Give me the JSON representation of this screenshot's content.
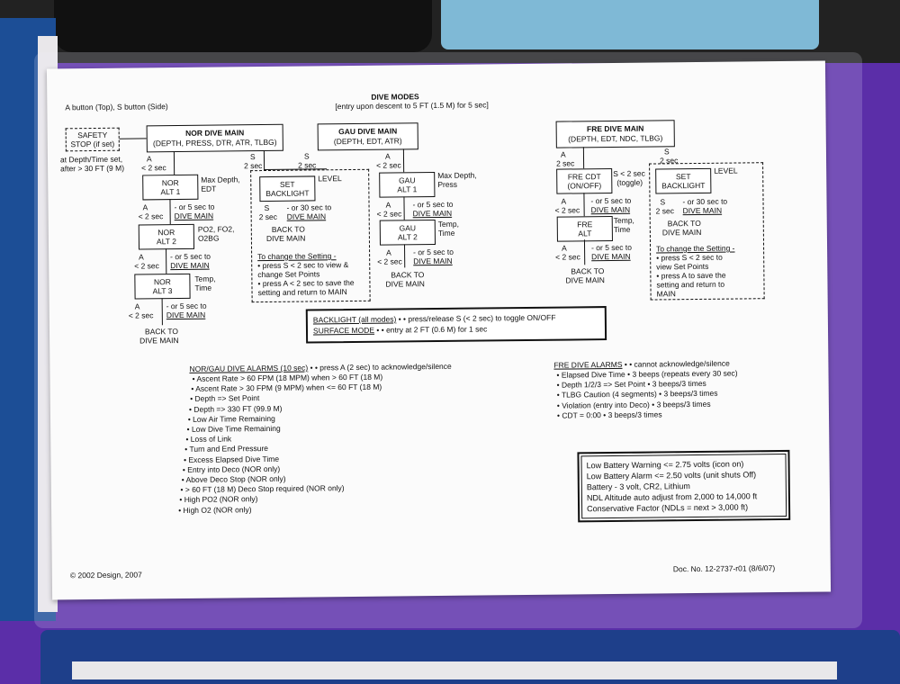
{
  "card": {
    "buttons_note": "A button (Top), S button (Side)",
    "title": "DIVE MODES",
    "subtitle": "[entry upon descent to 5 FT (1.5 M)  for 5 sec]",
    "safety": {
      "line1": "SAFETY",
      "line2": "STOP (if set)",
      "note1": "at Depth/Time set,",
      "note2": "after > 30 FT (9 M)"
    },
    "nor_main": {
      "title": "NOR DIVE MAIN",
      "sub": "(DEPTH, PRESS, DTR, ATR, TLBG)"
    },
    "gau_main": {
      "title": "GAU DIVE MAIN",
      "sub": "(DEPTH, EDT, ATR)"
    },
    "fre_main": {
      "title": "FRE DIVE MAIN",
      "sub": "(DEPTH, EDT, NDC, TLBG)"
    },
    "a_lt2": "A\n< 2 sec",
    "a": "A",
    "lt2sec": "< 2 sec",
    "s": "S",
    "s2sec": "2 sec",
    "or5": "- or 5 sec to",
    "dive_main_u": "DIVE MAIN",
    "or30": "- or 30 sec to",
    "back_to": "BACK TO",
    "dive_main": "DIVE MAIN",
    "nor_alt1": {
      "l1": "NOR",
      "l2": "ALT 1",
      "side1": "Max Depth,",
      "side2": "EDT"
    },
    "nor_alt2": {
      "l1": "NOR",
      "l2": "ALT 2",
      "side1": "PO2, FO2,",
      "side2": "O2BG"
    },
    "nor_alt3": {
      "l1": "NOR",
      "l2": "ALT 3",
      "side1": "Temp,",
      "side2": "Time"
    },
    "set_backlight": {
      "l1": "SET",
      "l2": "BACKLIGHT",
      "level": "LEVEL"
    },
    "gau_alt1": {
      "l1": "GAU",
      "l2": "ALT 1",
      "side1": "Max Depth,",
      "side2": "Press"
    },
    "gau_alt2": {
      "l1": "GAU",
      "l2": "ALT 2",
      "side1": "Temp,",
      "side2": "Time"
    },
    "fre_cdt": {
      "l1": "FRE CDT",
      "l2": "(ON/OFF)",
      "side1": "S < 2 sec",
      "side2": "(toggle)"
    },
    "fre_alt": {
      "l1": "FRE",
      "l2": "ALT",
      "side1": "Temp,",
      "side2": "Time"
    },
    "change_setting_left": {
      "title": "To change the Setting -",
      "b1": "• press S < 2 sec  to view &",
      "b2": "  change Set Points",
      "b3": "• press A < 2 sec to save the",
      "b4": "  setting and return to MAIN"
    },
    "change_setting_right": {
      "title": "To change the Setting -",
      "b1": "• press S < 2 sec to",
      "b2": "  view Set Points",
      "b3": "• press A to save the",
      "b4": "  setting and return to",
      "b5": "  MAIN"
    },
    "backlight_mode": {
      "label": "BACKLIGHT (all modes)",
      "text": " • • press/release S (< 2 sec) to toggle ON/OFF"
    },
    "surface_mode": {
      "label": "SURFACE MODE",
      "text": " • • entry at 2 FT (0.6 M) for 1 sec"
    },
    "nor_gau_alarms": {
      "title": "NOR/GAU DIVE ALARMS (10 sec)",
      "title_rest": " • • press A (2 sec) to acknowledge/silence",
      "items": [
        "• Ascent Rate > 60 FPM (18 MPM) when > 60 FT (18 M)",
        "• Ascent Rate > 30 FPM (9 MPM) when <= 60 FT (18 M)",
        "• Depth => Set Point",
        "• Depth => 330 FT (99.9 M)",
        "• Low Air Time Remaining",
        "• Low Dive Time Remaining",
        "• Loss of Link",
        "• Turn and End Pressure",
        "• Excess Elapsed Dive Time",
        "• Entry into Deco (NOR only)",
        "• Above Deco Stop (NOR only)",
        "• > 60 FT (18 M) Deco Stop required (NOR only)",
        "• High PO2 (NOR only)",
        "• High O2 (NOR only)"
      ]
    },
    "fre_alarms": {
      "title": "FRE DIVE ALARMS",
      "title_rest": " • • cannot acknowledge/silence",
      "items": [
        "• Elapsed Dive Time • 3 beeps (repeats every 30 sec)",
        "• Depth 1/2/3 => Set Point • 3 beeps/3 times",
        "• TLBG Caution (4 segments) • 3 beeps/3 times",
        "• Violation (entry into Deco)  • 3 beeps/3 times",
        "• CDT = 0:00 • 3 beeps/3 times"
      ]
    },
    "info": [
      "Low Battery Warning <= 2.75 volts (icon on)",
      "Low Battery Alarm <= 2.50 volts (unit shuts Off)",
      "Battery - 3 volt, CR2, Lithium",
      "NDL Altitude auto adjust from 2,000 to 14,000 ft",
      "Conservative Factor (NDLs = next > 3,000 ft)"
    ],
    "copyright": "© 2002 Design, 2007",
    "doc_no": "Doc. No. 12-2737-r01 (8/6/07)"
  }
}
